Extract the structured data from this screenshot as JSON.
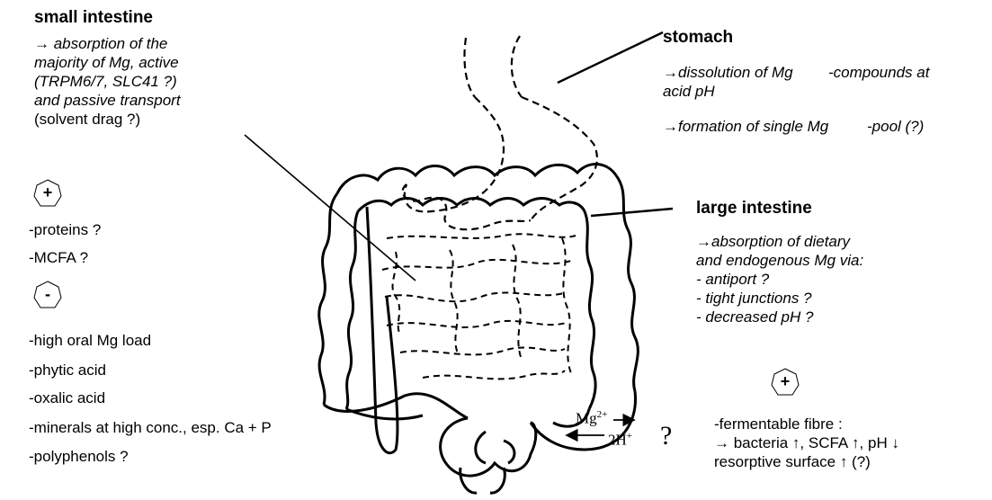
{
  "small_intestine": {
    "title": "small intestine",
    "lines": [
      "→ absorption of the",
      "majority of Mg, active",
      "(TRPM6/7, SLC41 ?)",
      "and passive transport"
    ],
    "extra": "(solvent drag ?)"
  },
  "left_factors": {
    "plus_sign": "+",
    "positive": [
      "-proteins ?",
      "-MCFA ?"
    ],
    "minus_sign": "-",
    "negative": [
      "-high oral Mg load",
      "-phytic  acid",
      "-oxalic acid",
      "-minerals at high conc., esp. Ca  + P",
      "-polyphenols   ?"
    ]
  },
  "stomach": {
    "title": "stomach",
    "line1a": "→dissolution of Mg",
    "line1b": "-compounds at",
    "line2": "acid pH",
    "line3a": "→formation of single Mg",
    "line3b": "-pool (?)"
  },
  "large_intestine": {
    "title": "large intestine",
    "lines": [
      "→absorption of dietary",
      "and endogenous Mg via:",
      "- antiport  ?",
      "- tight junctions ?",
      "- decreased pH ?"
    ],
    "plus_sign": "+",
    "fibre": [
      "-fermentable fibre :",
      "→ bacteria ↑, SCFA ↑, pH ↓",
      "resorptive  surface ↑ (?)"
    ]
  },
  "exchange": {
    "mg": "Mg",
    "mg_sup": "2+",
    "h": "2H",
    "h_sup": "+",
    "q": "?"
  }
}
